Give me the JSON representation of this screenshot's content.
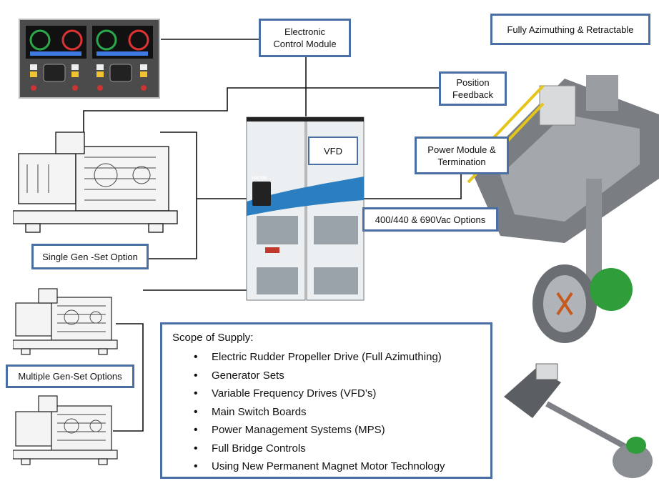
{
  "labels": {
    "ecm": "Electronic\nControl Module",
    "azimuth": "Fully Azimuthing & Retractable",
    "position": "Position\nFeedback",
    "power_module": "Power Module &\nTermination",
    "vfd": "VFD",
    "vac": "400/440 & 690Vac Options",
    "single_gen": "Single Gen -Set Option",
    "multi_gen": "Multiple Gen-Set Options",
    "vfd_brand": "VACON"
  },
  "scope": {
    "title": "Scope of Supply:",
    "items": [
      "Electric Rudder Propeller Drive (Full Azimuthing)",
      "Generator Sets",
      "Variable Frequency Drives (VFD’s)",
      "Main Switch Boards",
      "Power Management Systems (MPS)",
      "Full Bridge Controls",
      "Using New Permanent Magnet Motor Technology"
    ]
  },
  "colors": {
    "border": "#4a6fa5",
    "wire": "#111111",
    "thruster_green": "#2f9e3a"
  }
}
